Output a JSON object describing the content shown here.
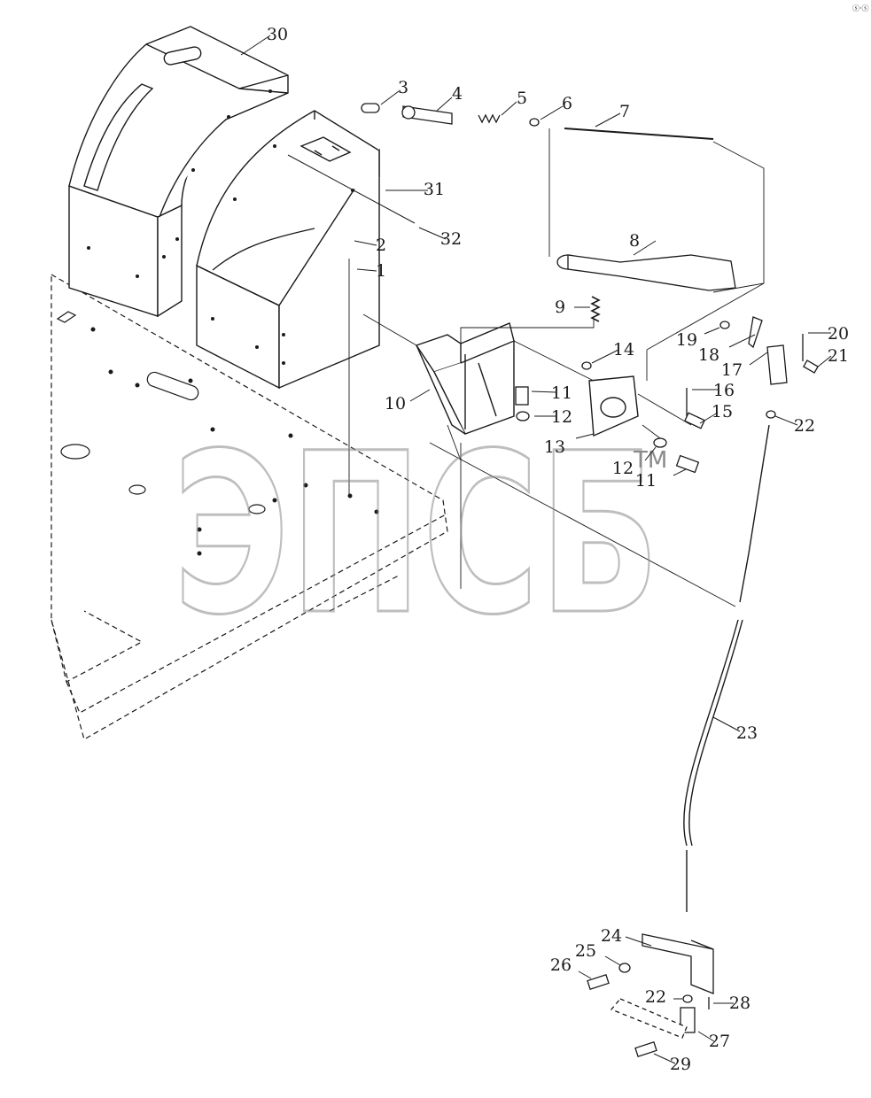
{
  "watermark": {
    "text": "ЭПСБ",
    "tm": "TM"
  },
  "corner_mark": "ⓢ·ⓢ",
  "callouts": [
    {
      "n": "1"
    },
    {
      "n": "2"
    },
    {
      "n": "3"
    },
    {
      "n": "4"
    },
    {
      "n": "5"
    },
    {
      "n": "6"
    },
    {
      "n": "7"
    },
    {
      "n": "8"
    },
    {
      "n": "9"
    },
    {
      "n": "10"
    },
    {
      "n": "11"
    },
    {
      "n": "11"
    },
    {
      "n": "12"
    },
    {
      "n": "12"
    },
    {
      "n": "13"
    },
    {
      "n": "14"
    },
    {
      "n": "15"
    },
    {
      "n": "16"
    },
    {
      "n": "17"
    },
    {
      "n": "18"
    },
    {
      "n": "19"
    },
    {
      "n": "20"
    },
    {
      "n": "21"
    },
    {
      "n": "22"
    },
    {
      "n": "22"
    },
    {
      "n": "23"
    },
    {
      "n": "24"
    },
    {
      "n": "25"
    },
    {
      "n": "26"
    },
    {
      "n": "27"
    },
    {
      "n": "28"
    },
    {
      "n": "29"
    },
    {
      "n": "30"
    },
    {
      "n": "31"
    },
    {
      "n": "32"
    }
  ],
  "colors": {
    "line": "#1a1a1a",
    "watermark": "#8a8a8a"
  }
}
